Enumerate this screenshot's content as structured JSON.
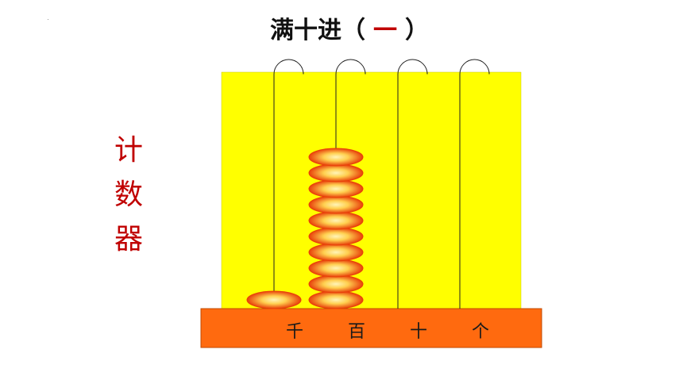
{
  "title": {
    "prefix": "满十进（",
    "answer": "一",
    "suffix": "）"
  },
  "side_label": [
    "计",
    "数",
    "器"
  ],
  "place_values": [
    "千",
    "百",
    "十",
    "个"
  ],
  "beads": {
    "千": 1,
    "百": 10,
    "十": 0,
    "个": 0
  },
  "colors": {
    "board": "#ffff00",
    "base": "#ff6a0f",
    "bead_outer": "#e8400a",
    "bead_inner": "#fff2b0",
    "label_red": "#c00000"
  }
}
